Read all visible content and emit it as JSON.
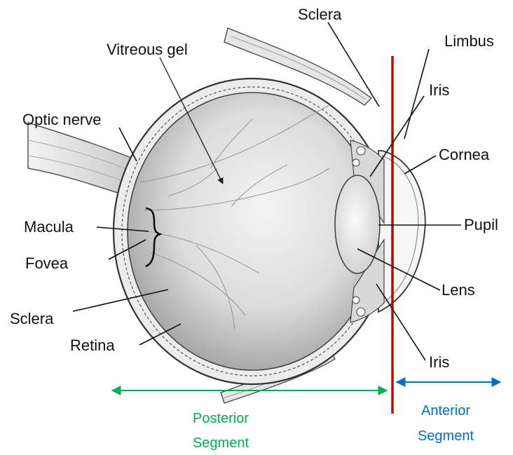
{
  "labels": {
    "sclera_top": "Sclera",
    "limbus": "Limbus",
    "vitreous_gel": "Vitreous gel",
    "iris_top": "Iris",
    "optic_nerve": "Optic nerve",
    "cornea": "Cornea",
    "macula": "Macula",
    "pupil": "Pupil",
    "fovea": "Fovea",
    "lens": "Lens",
    "sclera_left": "Sclera",
    "retina": "Retina",
    "iris_bottom": "Iris"
  },
  "segments": {
    "posterior_line1": "Posterior",
    "posterior_line2": "Segment",
    "anterior_line1": "Anterior",
    "anterior_line2": "Segment"
  },
  "colors": {
    "divider": "#c00000",
    "posterior": "#00b050",
    "anterior": "#0070c0"
  }
}
